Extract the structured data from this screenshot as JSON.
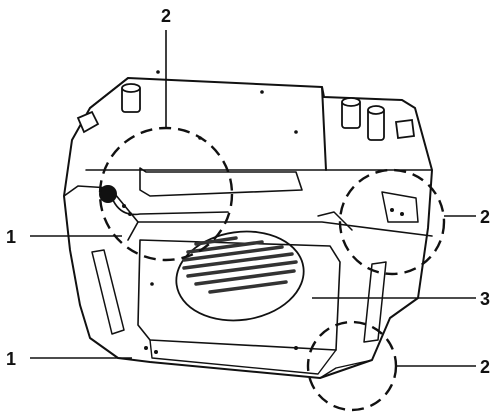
{
  "callouts": [
    {
      "id": "c2-top",
      "label": "2"
    },
    {
      "id": "c1-upper",
      "label": "1"
    },
    {
      "id": "c2-right-upper",
      "label": "2"
    },
    {
      "id": "c3",
      "label": "3"
    },
    {
      "id": "c1-lower",
      "label": "1"
    },
    {
      "id": "c2-right-lower",
      "label": "2"
    }
  ],
  "colors": {
    "line": "#111111",
    "background": "#ffffff",
    "louver": "#333333"
  }
}
